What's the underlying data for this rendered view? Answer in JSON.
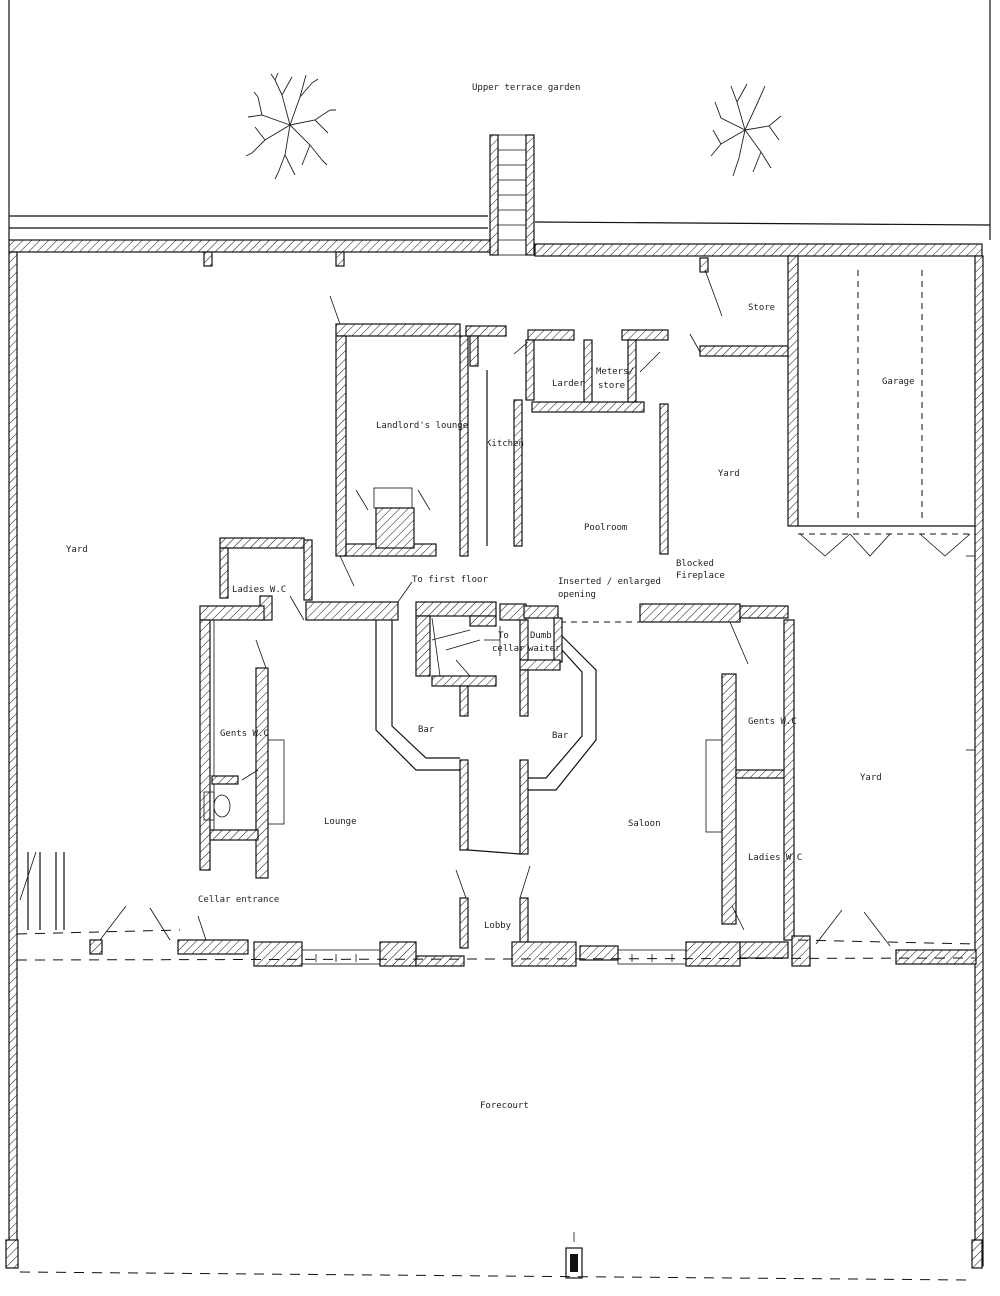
{
  "labels": {
    "upper_terrace_garden": "Upper terrace garden",
    "store": "Store",
    "garage": "Garage",
    "landlords_lounge": "Landlord's lounge",
    "larder": "Larder",
    "meters_store_1": "Meters/",
    "meters_store_2": "store",
    "kitchen": "Kitchen",
    "yard_left": "Yard",
    "yard_center": "Yard",
    "yard_right": "Yard",
    "poolroom": "Poolroom",
    "blocked_fireplace_1": "Blocked",
    "blocked_fireplace_2": "Fireplace",
    "ladies_wc_left": "Ladies W.C",
    "to_first_floor": "To first floor",
    "inserted_opening_1": "Inserted / enlarged",
    "inserted_opening_2": "opening",
    "to_cellar_1": "To",
    "to_cellar_2": "cellar",
    "dumb_waiter_1": "Dumb",
    "dumb_waiter_2": "waiter",
    "bar_left": "Bar",
    "bar_right": "Bar",
    "gents_wc_left": "Gents W.C",
    "gents_wc_right": "Gents W.C",
    "lounge": "Lounge",
    "saloon": "Saloon",
    "ladies_wc_right": "Ladies W.C",
    "cellar_entrance": "Cellar entrance",
    "lobby": "Lobby",
    "forecourt": "Forecourt"
  },
  "icons": {
    "tree_left": "tree-icon",
    "tree_right": "tree-icon",
    "north_marker": "north-marker-icon"
  },
  "colors": {
    "ink": "#111111",
    "paper": "#ffffff"
  }
}
